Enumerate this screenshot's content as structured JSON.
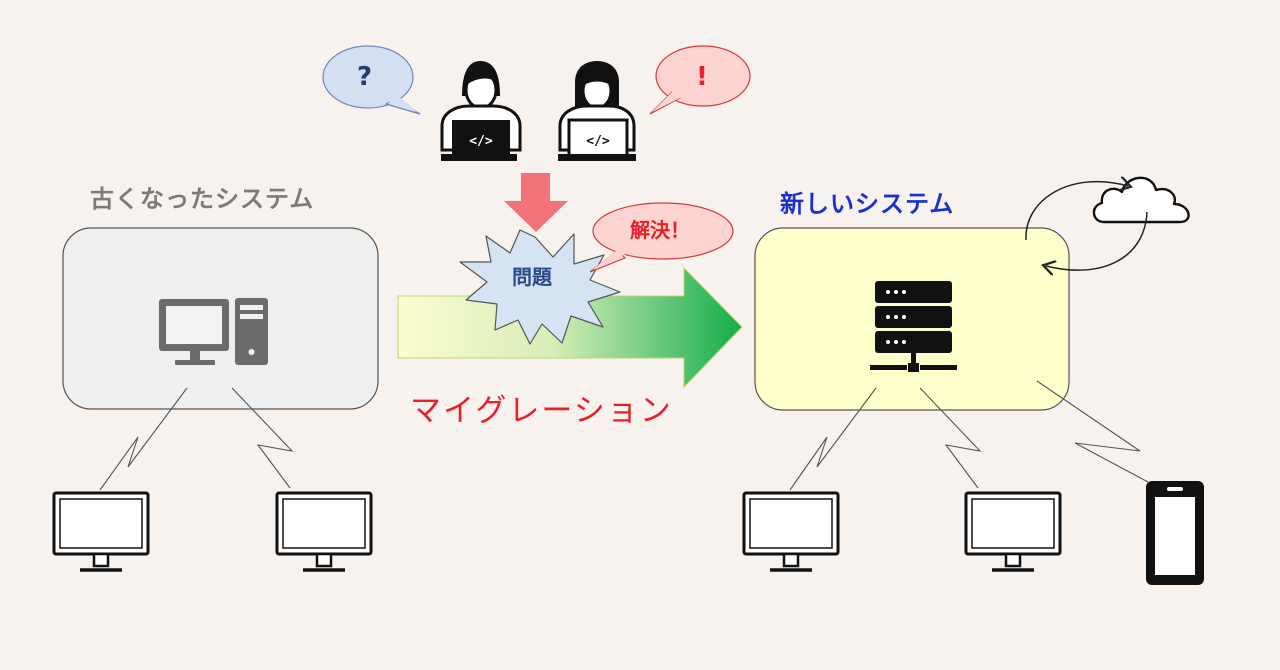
{
  "old_system": {
    "title": "古くなったシステム"
  },
  "new_system": {
    "title": "新しいシステム"
  },
  "migration": {
    "label": "マイグレーション"
  },
  "problem": {
    "label": "問題"
  },
  "solution": {
    "label": "解決！"
  },
  "speech": {
    "question": "?",
    "exclaim": "!"
  },
  "colors": {
    "background": "#f7f2ed",
    "old_box": "#efefef",
    "new_box": "#ffffcc",
    "migration_arrow_start": "#fbfbd0",
    "migration_arrow_end": "#14ad4a",
    "down_arrow": "#f3737a",
    "problem_burst": "#d6e3f3",
    "question_bubble": "#d4e0f1",
    "exclaim_bubble": "#fbd3d1",
    "old_title": "#7a7a7a",
    "new_title": "#1a2fd1",
    "accent_red": "#e8202a"
  },
  "icons": [
    "desktop-pc-icon",
    "server-icon",
    "cloud-icon",
    "monitor-icon",
    "smartphone-icon",
    "developer-icon"
  ]
}
